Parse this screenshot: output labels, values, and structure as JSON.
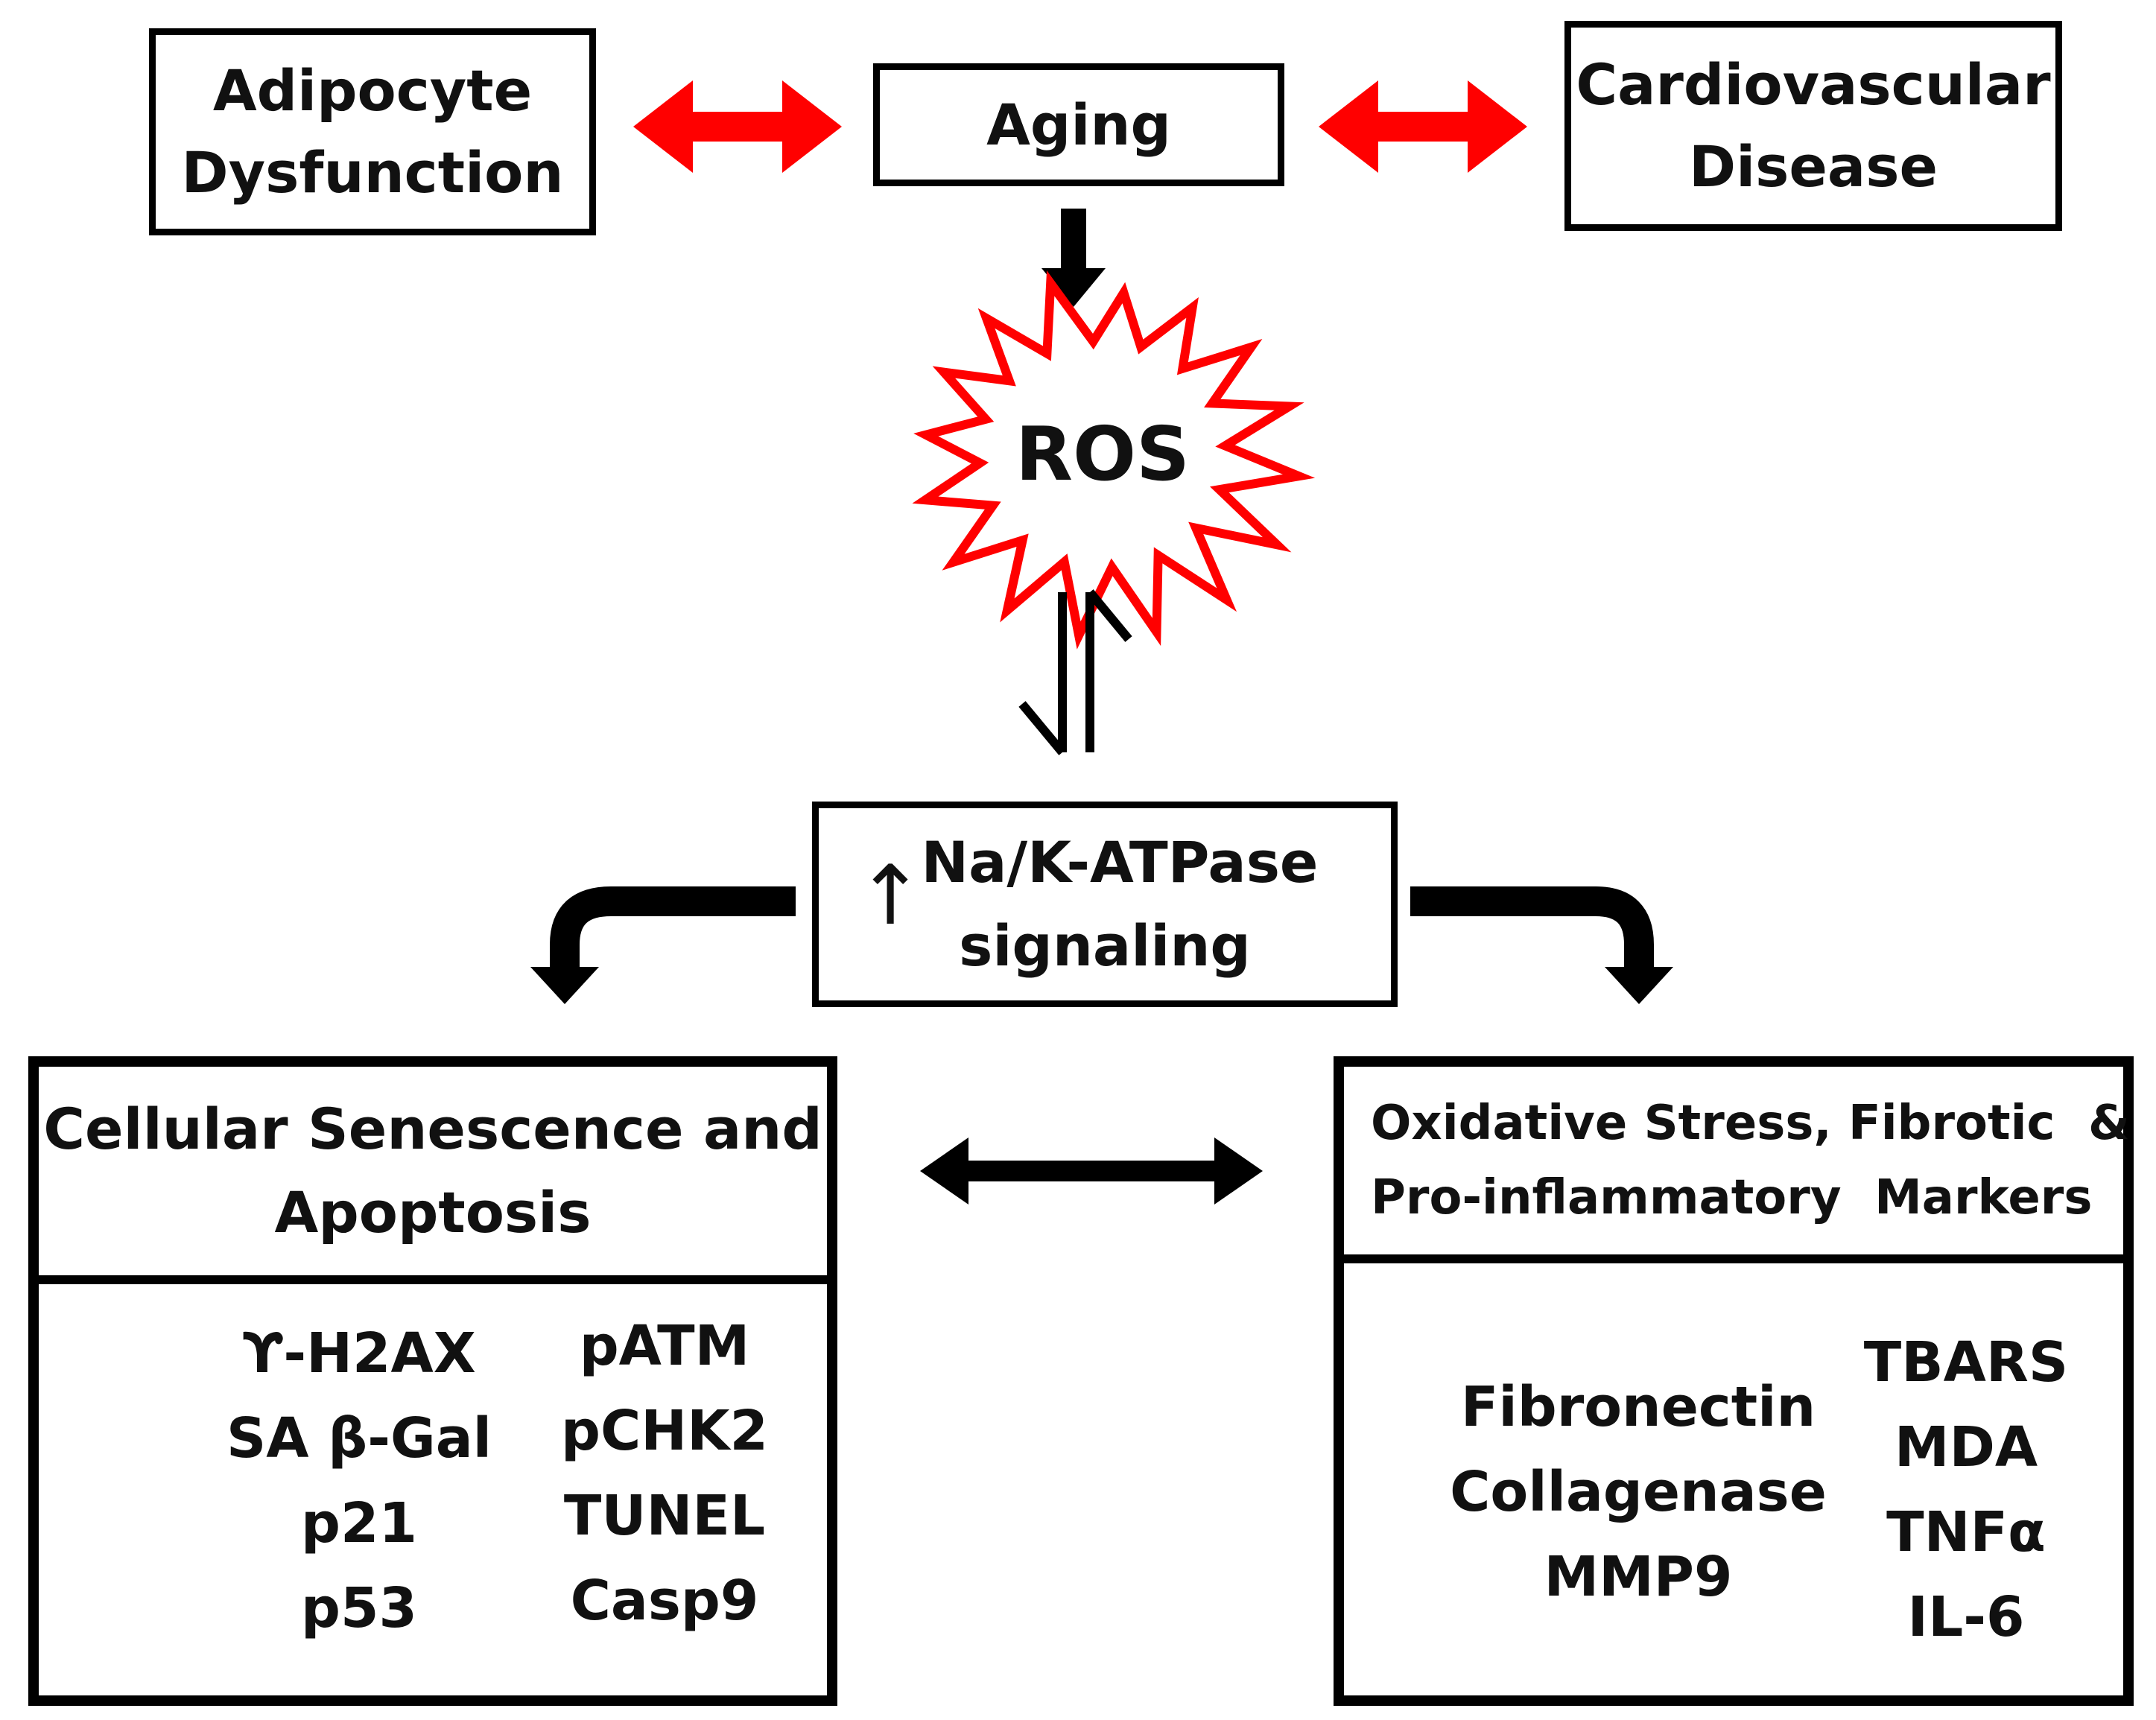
{
  "colors": {
    "accent_red": "#ff0000",
    "stroke": "#000000"
  },
  "top": {
    "adipocyte": {
      "line1": "Adipocyte",
      "line2": "Dysfunction"
    },
    "aging": "Aging",
    "cardio": {
      "line1": "Cardiovascular",
      "line2": "Disease"
    }
  },
  "ros": "ROS",
  "nak": {
    "arrow": "↑",
    "line1": "Na/K-ATPase",
    "line2": "signaling"
  },
  "left_panel": {
    "title_line1": "Cellular Senescence and",
    "title_line2": "Apoptosis",
    "col1": [
      "ϒ-H2AX",
      "SA β-Gal",
      "p21",
      "p53"
    ],
    "col2": [
      "pATM",
      "pCHK2",
      "TUNEL",
      "Casp9"
    ]
  },
  "right_panel": {
    "title_line1": "Oxidative Stress, Fibrotic  &",
    "title_line2": "Pro-inflammatory  Markers",
    "col1": [
      "Fibronectin",
      "Collagenase",
      "MMP9"
    ],
    "col2": [
      "TBARS",
      "MDA",
      "TNFα",
      "IL-6"
    ]
  }
}
